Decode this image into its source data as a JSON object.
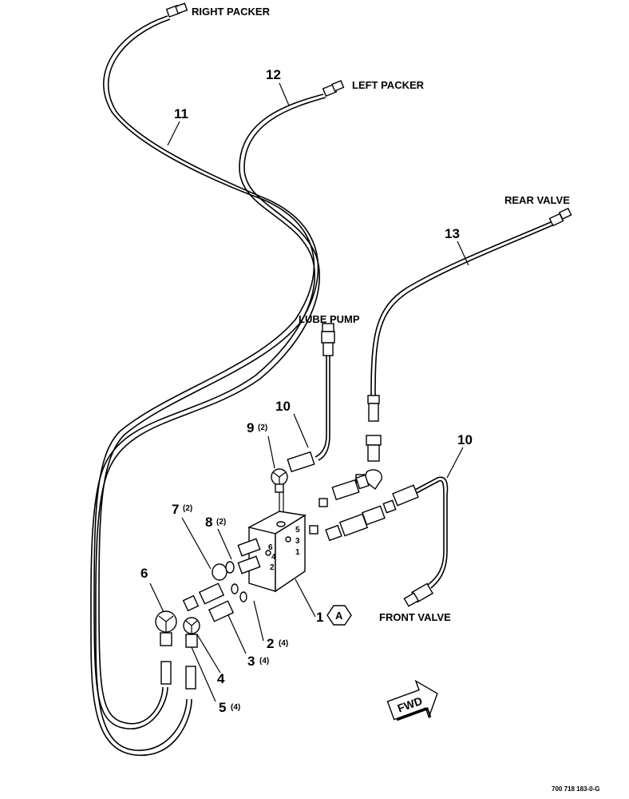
{
  "destinations": {
    "right_packer": "RIGHT PACKER",
    "left_packer": "LEFT PACKER",
    "rear_valve": "REAR VALVE",
    "lube_pump": "LUBE PUMP",
    "front_valve": "FRONT VALVE"
  },
  "callouts": {
    "c11": "11",
    "c12": "12",
    "c13": "13",
    "c10a": "10",
    "c10b": "10",
    "c9": "9",
    "c9_qty": "(2)",
    "c7": "7",
    "c7_qty": "(2)",
    "c8": "8",
    "c8_qty": "(2)",
    "c6": "6",
    "c1": "1",
    "c1_flag": "A",
    "c2": "2",
    "c2_qty": "(4)",
    "c3": "3",
    "c3_qty": "(4)",
    "c4": "4",
    "c5": "5",
    "c5_qty": "(4)"
  },
  "block_ports": {
    "p6": "6",
    "p4": "4",
    "p2": "2",
    "p5": "5",
    "p3": "3",
    "p1": "1"
  },
  "fwd_label": "FWD",
  "drawing_number": "700 718 183-0-G"
}
